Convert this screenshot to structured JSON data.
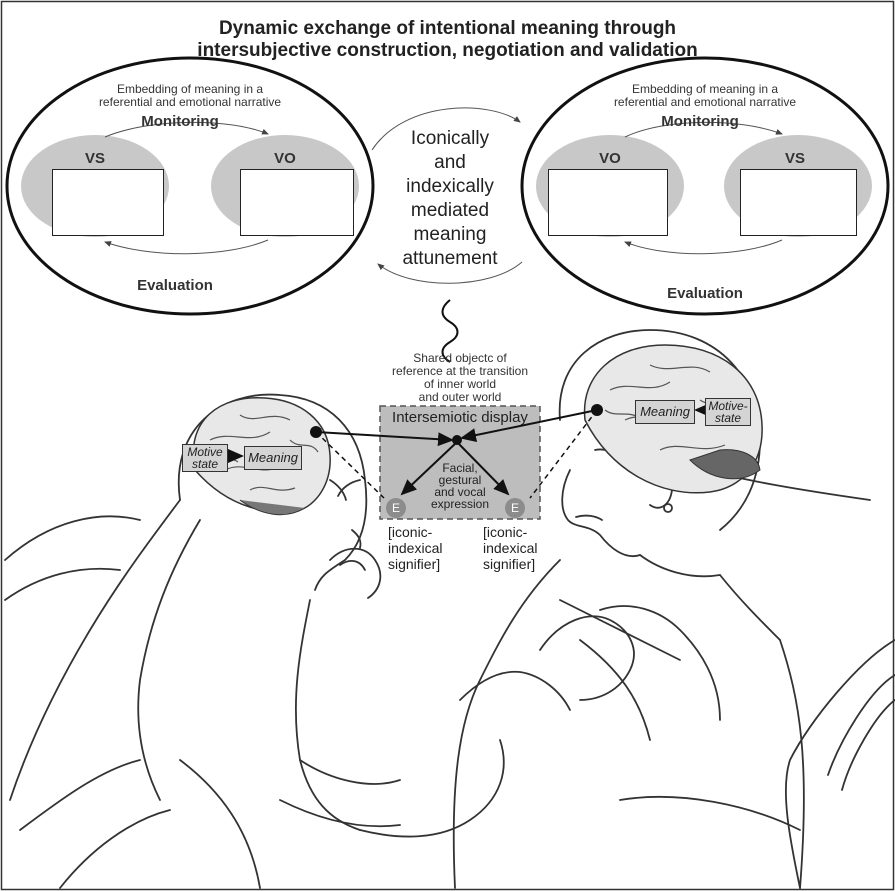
{
  "title": {
    "line1": "Dynamic exchange of intentional meaning through",
    "line2": "intersubjective construction, negotiation and validation"
  },
  "left_cycle": {
    "caption_line1": "Embedding of meaning in a",
    "caption_line2": "referential and emotional narrative",
    "monitoring": "Monitoring",
    "evaluation": "Evaluation",
    "panel_left": "VS",
    "panel_right": "VO"
  },
  "right_cycle": {
    "caption_line1": "Embedding of meaning in a",
    "caption_line2": "referential and emotional narrative",
    "monitoring": "Monitoring",
    "evaluation": "Evaluation",
    "panel_left": "VO",
    "panel_right": "VS"
  },
  "center_text": [
    "Iconically",
    "and",
    "indexically",
    "mediated",
    "meaning",
    "attunement"
  ],
  "shared_object": [
    "Shared objectc of",
    "reference at the transition",
    "of inner world",
    "and outer world"
  ],
  "display": {
    "title": "Intersemiotic display",
    "expression": [
      "Facial,",
      "gestural",
      "and vocal",
      "expression"
    ],
    "e_label": "E"
  },
  "signifier_left": [
    "[iconic-",
    "indexical",
    "signifier]"
  ],
  "signifier_right": [
    "[iconic-",
    "indexical",
    "signifier]"
  ],
  "infant_tags": {
    "motive": [
      "Motive",
      "state"
    ],
    "meaning": "Meaning"
  },
  "mother_tags": {
    "motive": [
      "Motive-",
      "state"
    ],
    "meaning": "Meaning"
  },
  "colors": {
    "panel_gray": "#c8c8c8",
    "display_gray": "#bdbdbd",
    "tag_gray": "#d4d4d4",
    "ink": "#222222"
  }
}
